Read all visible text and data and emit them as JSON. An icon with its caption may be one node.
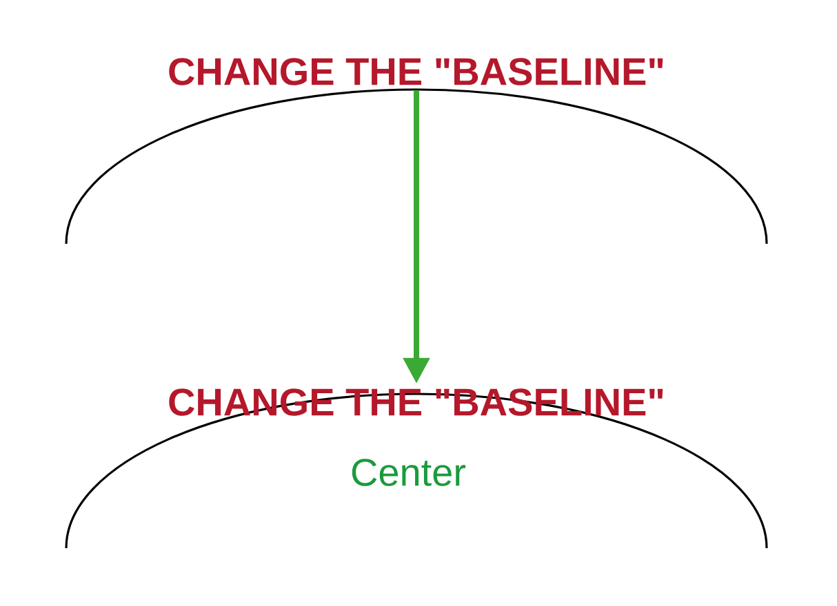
{
  "diagram": {
    "nodes": [
      {
        "text": [
          "CHANGE THE \"BASELINE\""
        ]
      },
      {
        "text": [
          "CHANGE THE \"BASELINE\""
        ]
      }
    ],
    "edges": [
      {
        "from": 0,
        "to": 1,
        "arrow": "to",
        "color": "#3aaa35"
      }
    ],
    "labels": [
      "Center"
    ]
  }
}
